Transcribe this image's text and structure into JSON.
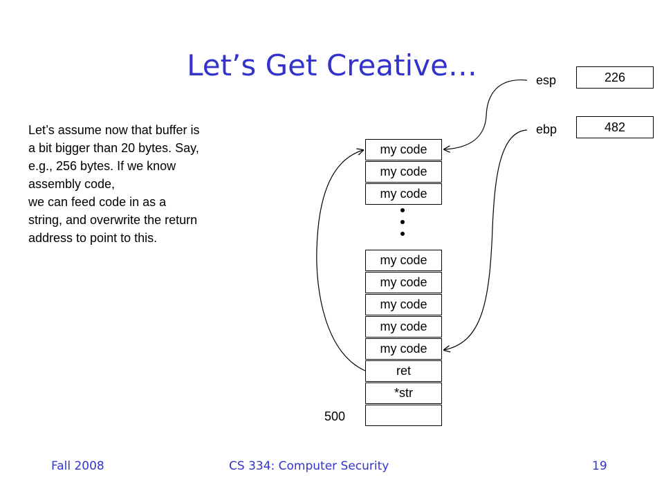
{
  "slide": {
    "title": "Let’s Get Creative…",
    "body_text": "Let’s assume now that buffer is a bit bigger than 20 bytes. Say, e.g., 256 bytes. If we know assembly code,\nwe can feed code in as a string, and overwrite the return address to point to this."
  },
  "stack": {
    "top_cells": [
      "my code",
      "my code",
      "my code"
    ],
    "bottom_cells": [
      "my code",
      "my code",
      "my code",
      "my code",
      "my code",
      "ret",
      "*str",
      ""
    ],
    "base_address": "500"
  },
  "registers": {
    "esp": {
      "label": "esp",
      "value": "226"
    },
    "ebp": {
      "label": "ebp",
      "value": "482"
    }
  },
  "footer": {
    "left": "Fall 2008",
    "center": "CS 334: Computer Security",
    "page": "19"
  }
}
